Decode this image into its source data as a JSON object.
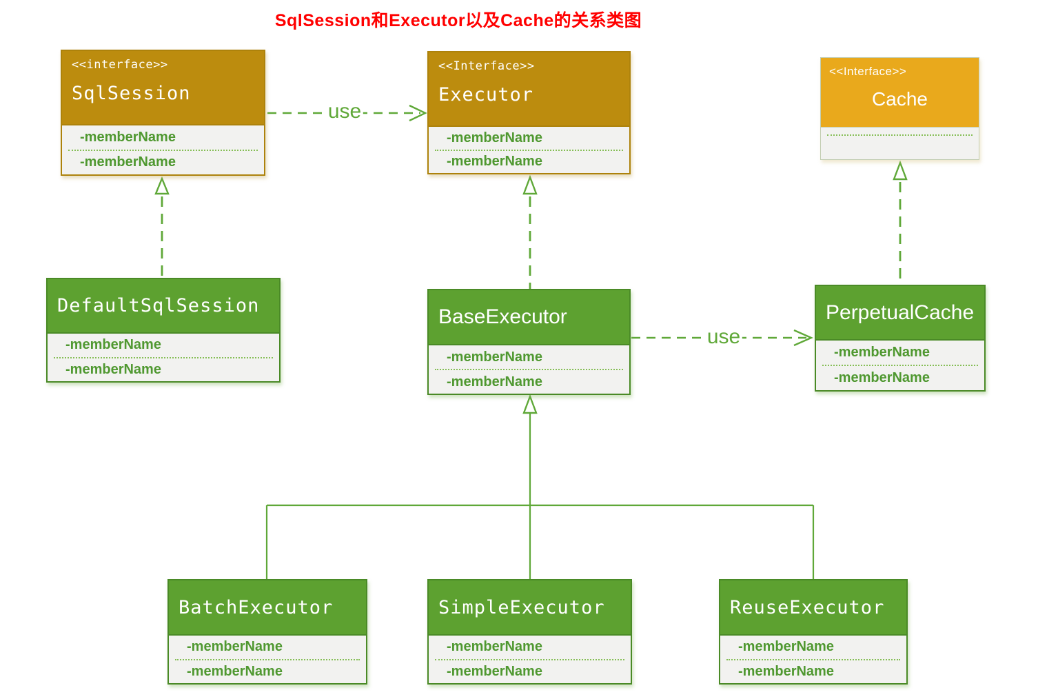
{
  "title": "SqlSession和Executor以及Cache的关系类图",
  "labels": {
    "use_sqlsession_executor": "use",
    "use_baseexecutor_perpetualcache": "use"
  },
  "classes": {
    "sqlsession": {
      "stereotype": "<<interface>>",
      "name": "SqlSession",
      "members": [
        "-memberName",
        "-memberName"
      ]
    },
    "executor": {
      "stereotype": "<<Interface>>",
      "name": "Executor",
      "members": [
        "-memberName",
        "-memberName"
      ]
    },
    "cache": {
      "stereotype": "<<Interface>>",
      "name": "Cache",
      "members": []
    },
    "defaultsqlsession": {
      "name": "DefaultSqlSession",
      "members": [
        "-memberName",
        "-memberName"
      ]
    },
    "baseexecutor": {
      "name": "BaseExecutor",
      "members": [
        "-memberName",
        "-memberName"
      ]
    },
    "perpetualcache": {
      "name": "PerpetualCache",
      "members": [
        "-memberName",
        "-memberName"
      ]
    },
    "batchexecutor": {
      "name": "BatchExecutor",
      "members": [
        "-memberName",
        "-memberName"
      ]
    },
    "simpleexecutor": {
      "name": "SimpleExecutor",
      "members": [
        "-memberName",
        "-memberName"
      ]
    },
    "reuseexecutor": {
      "name": "ReuseExecutor",
      "members": [
        "-memberName",
        "-memberName"
      ]
    }
  },
  "colors": {
    "interface_header": "#BC8C0E",
    "cache_header": "#E9A91C",
    "class_header": "#5DA130",
    "class_border": "#4A8A26",
    "body_background": "#F2F2F0",
    "member_text": "#4F9830",
    "connector_green": "#5FA838",
    "title_red": "#FF0000"
  }
}
